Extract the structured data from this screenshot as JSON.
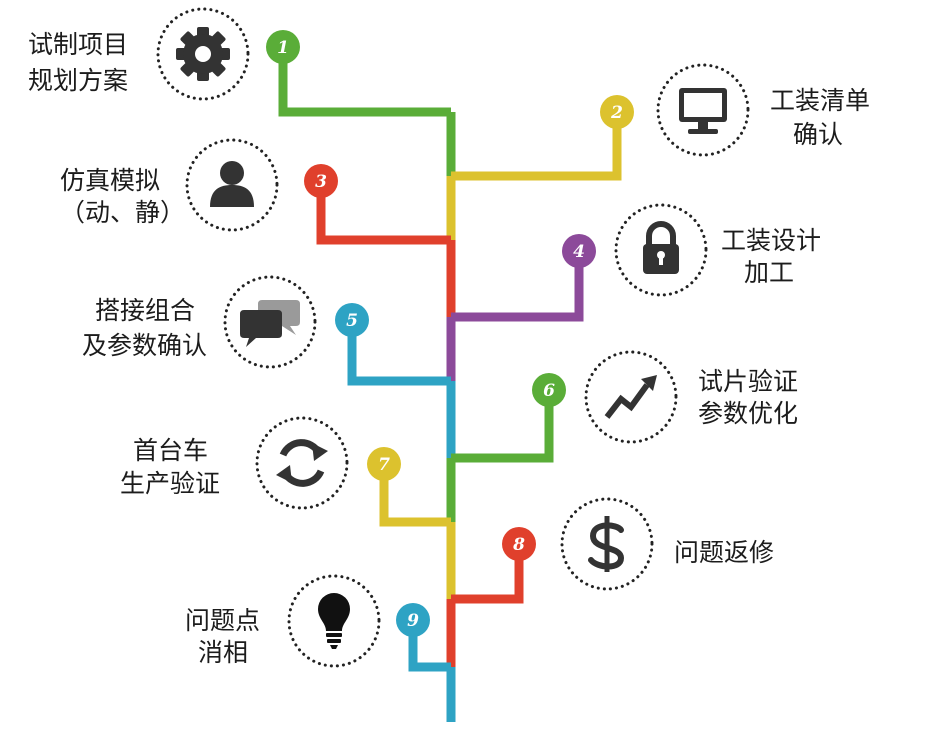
{
  "steps": [
    {
      "number": "1",
      "color": "#5aad38",
      "icon": "gear-icon",
      "label_lines": [
        "试制项目",
        "规划方案"
      ]
    },
    {
      "number": "2",
      "color": "#dcc22e",
      "icon": "monitor-icon",
      "label_lines": [
        "工装清单",
        "确认"
      ]
    },
    {
      "number": "3",
      "color": "#e0402c",
      "icon": "user-icon",
      "label_lines": [
        "仿真模拟",
        "（动、静）"
      ]
    },
    {
      "number": "4",
      "color": "#8c4a9a",
      "icon": "padlock-icon",
      "label_lines": [
        "工装设计",
        "加工"
      ]
    },
    {
      "number": "5",
      "color": "#2ea3c4",
      "icon": "chat-icon",
      "label_lines": [
        "搭接组合",
        "及参数确认"
      ]
    },
    {
      "number": "6",
      "color": "#5aad38",
      "icon": "trend-up-icon",
      "label_lines": [
        "试片验证",
        "参数优化"
      ]
    },
    {
      "number": "7",
      "color": "#dcc22e",
      "icon": "refresh-icon",
      "label_lines": [
        "首台车",
        "生产验证"
      ]
    },
    {
      "number": "8",
      "color": "#e0402c",
      "icon": "dollar-icon",
      "label_lines": [
        "问题返修"
      ]
    },
    {
      "number": "9",
      "color": "#2ea3c4",
      "icon": "lightbulb-icon",
      "label_lines": [
        "问题点",
        "消相"
      ]
    }
  ]
}
